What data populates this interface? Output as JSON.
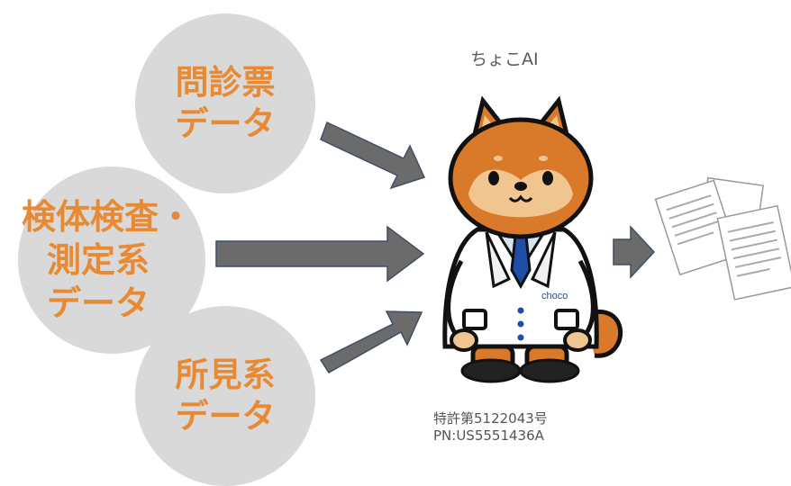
{
  "inputs": [
    {
      "lines": [
        "問診票",
        "データ"
      ]
    },
    {
      "lines": [
        "検体検査・",
        "測定系",
        "データ"
      ]
    },
    {
      "lines": [
        "所見系",
        "データ"
      ]
    }
  ],
  "ai": {
    "name": "ちょこAI",
    "coat_label": "choco"
  },
  "patent": {
    "jp": "特許第5122043号",
    "us": "PN:US5551436A"
  },
  "colors": {
    "circle": "#d9d9d9",
    "text": "#e88a33",
    "arrow": "#6b6b6b",
    "arrow_stroke": "#3f4f66"
  }
}
